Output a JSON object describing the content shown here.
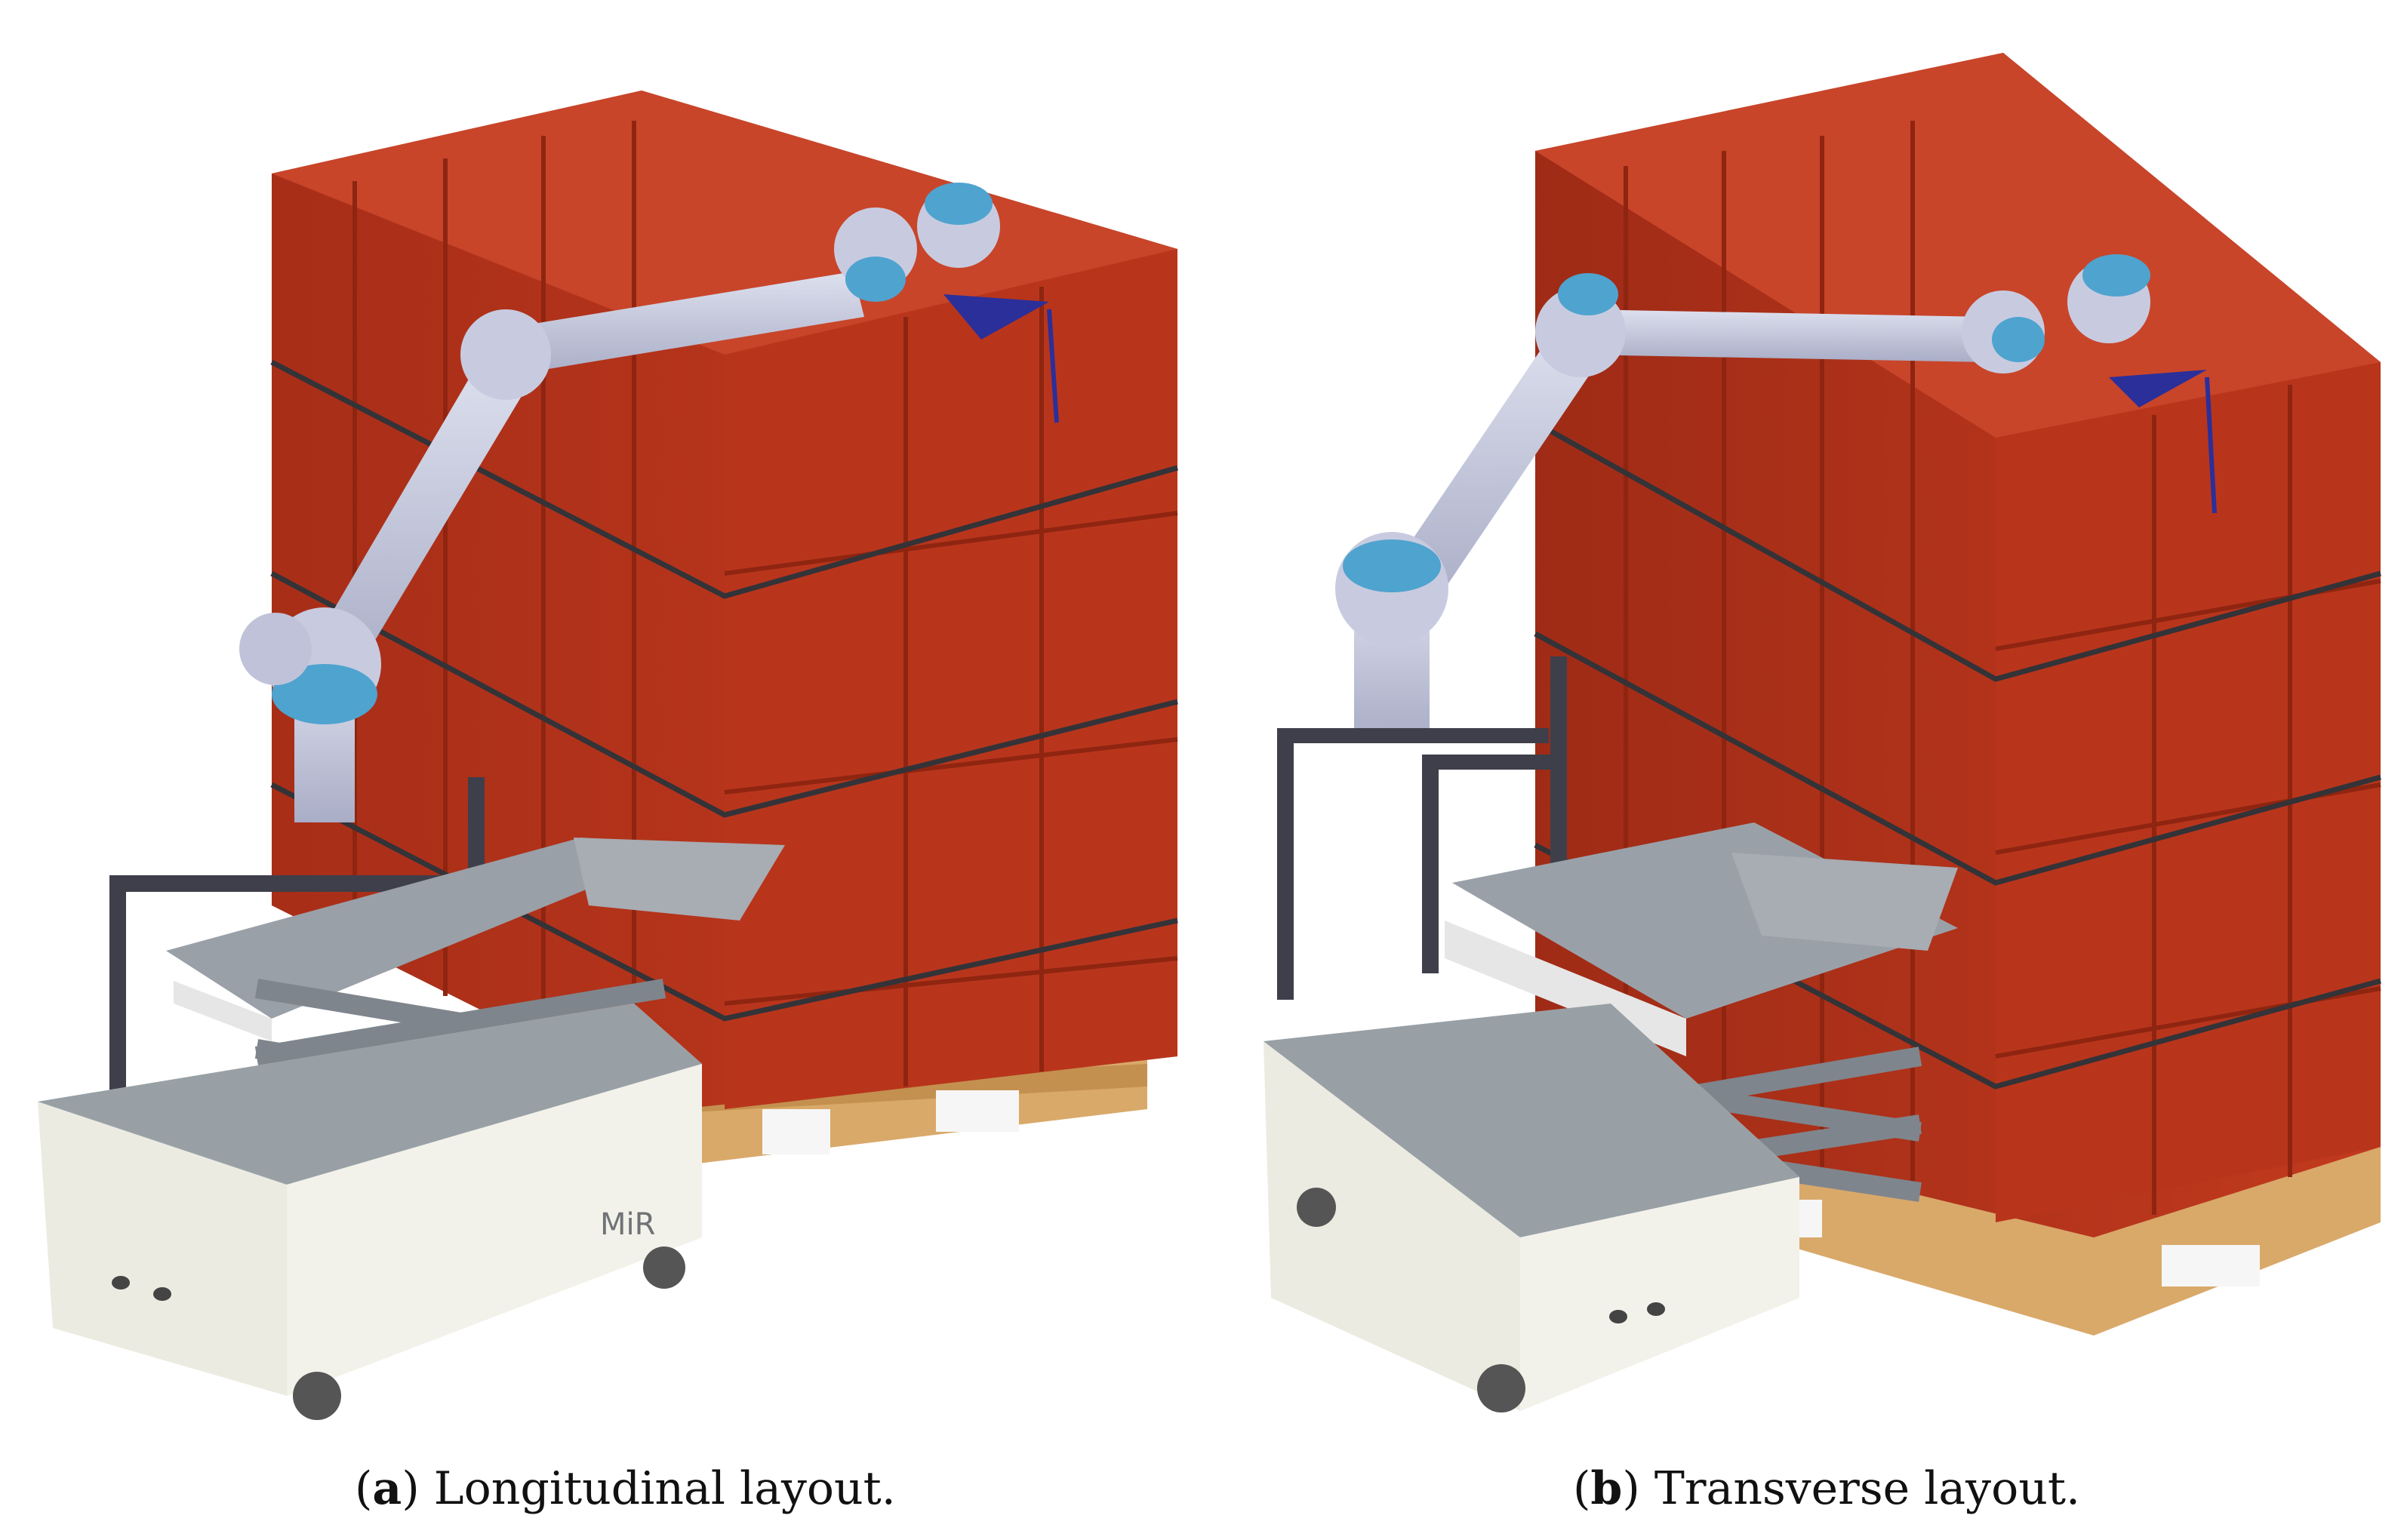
{
  "figure": {
    "panels": [
      {
        "label": "a",
        "caption": "Longitudinal layout."
      },
      {
        "label": "b",
        "caption": "Transverse layout."
      }
    ],
    "robot_base_marking": "MiR",
    "colors": {
      "boxes": "#b8351c",
      "box_shade": "#8f2510",
      "pallet": "#d9a96a",
      "robot_arm": "#c8cbe0",
      "robot_joint_cap": "#4fa3cf",
      "gripper": "#2b2f9a",
      "frame": "#3e3f4a",
      "platform": "#9aa0a8",
      "mobile_base": "#ecebe1",
      "strap": "#333338"
    }
  }
}
